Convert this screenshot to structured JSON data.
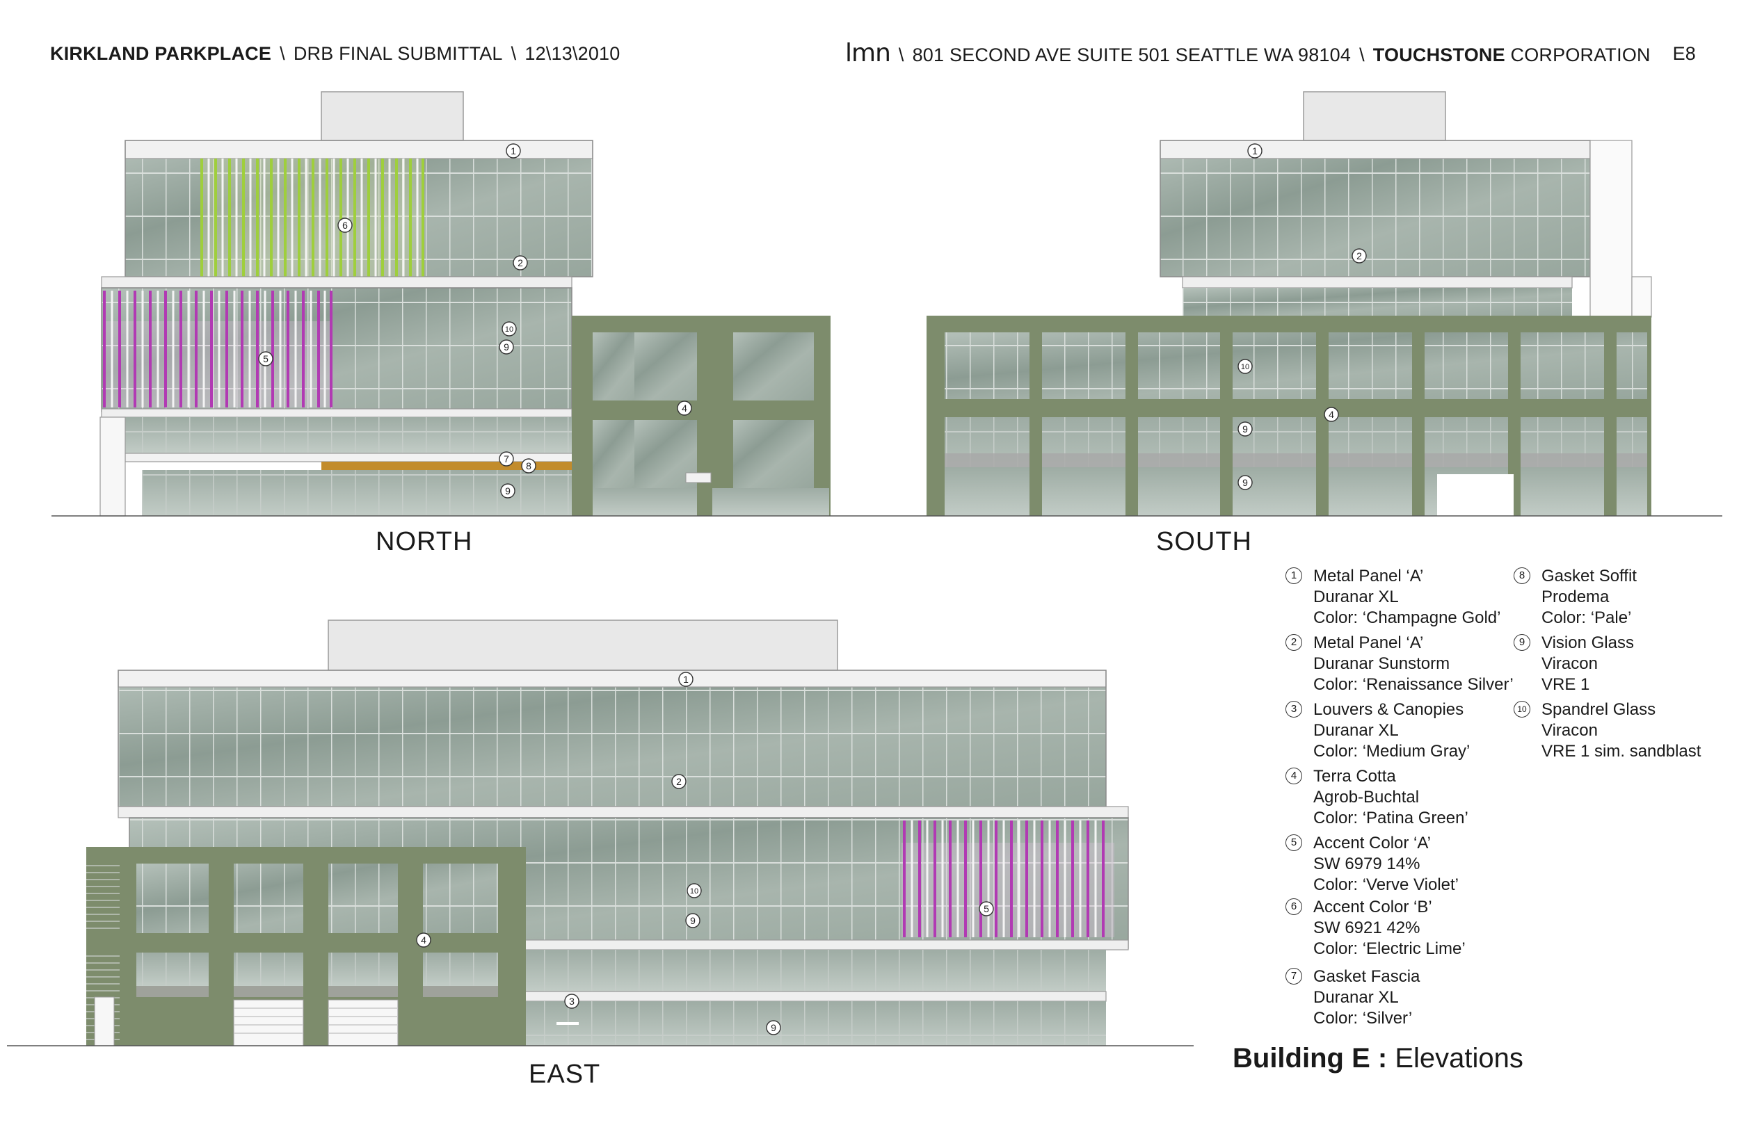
{
  "header": {
    "project": "KIRKLAND PARKPLACE",
    "submittal": "DRB FINAL SUBMITTAL",
    "date": "12\\13\\2010",
    "logo": "lmn",
    "address": "801 SECOND AVE SUITE 501 SEATTLE WA 98104",
    "client_bold": "TOUCHSTONE",
    "client_rest": "CORPORATION",
    "page": "E8",
    "separator": "\\"
  },
  "elevations": {
    "north": "NORTH",
    "south": "SOUTH",
    "east": "EAST"
  },
  "colors": {
    "terra_cotta": "#7d8c6c",
    "glass": "#a9b6ae",
    "glass_dark": "#8e9d95",
    "violet": "#b13ab3",
    "lime": "#9fcf3c",
    "soffit": "#c28c2c",
    "panel": "#efefef"
  },
  "tags": {
    "n1": "1",
    "n2": "2",
    "n4": "4",
    "n5": "5",
    "n6": "6",
    "n7": "7",
    "n8": "8",
    "n9a": "9",
    "n9b": "9",
    "n10": "10",
    "s1": "1",
    "s2": "2",
    "s4": "4",
    "s9a": "9",
    "s9b": "9",
    "s10": "10",
    "e1": "1",
    "e2": "2",
    "e3": "3",
    "e4": "4",
    "e5": "5",
    "e9a": "9",
    "e9b": "9",
    "e10": "10"
  },
  "legend": [
    {
      "num": "1",
      "lines": [
        "Metal Panel ‘A’",
        "Duranar XL",
        "Color: ‘Champagne Gold’"
      ]
    },
    {
      "num": "2",
      "lines": [
        "Metal Panel ‘A’",
        "Duranar Sunstorm",
        "Color: ‘Renaissance Silver’"
      ]
    },
    {
      "num": "3",
      "lines": [
        "Louvers & Canopies",
        "Duranar XL",
        "Color: ‘Medium Gray’"
      ]
    },
    {
      "num": "4",
      "lines": [
        "Terra Cotta",
        "Agrob-Buchtal",
        "Color: ‘Patina Green’"
      ]
    },
    {
      "num": "5",
      "lines": [
        "Accent Color ‘A’",
        "SW 6979 14%",
        "Color: ‘Verve Violet’"
      ]
    },
    {
      "num": "6",
      "lines": [
        "Accent Color ‘B’",
        "SW 6921 42%",
        "Color: ‘Electric Lime’"
      ]
    },
    {
      "num": "7",
      "lines": [
        "Gasket Fascia",
        "Duranar XL",
        "Color: ‘Silver’"
      ]
    },
    {
      "num": "8",
      "lines": [
        "Gasket Soffit",
        "Prodema",
        "Color: ‘Pale’"
      ]
    },
    {
      "num": "9",
      "lines": [
        "Vision Glass",
        "Viracon",
        "VRE 1"
      ]
    },
    {
      "num": "10",
      "lines": [
        "Spandrel Glass",
        "Viracon",
        "VRE 1 sim. sandblast"
      ]
    }
  ],
  "title": {
    "bold": "Building E :",
    "rest": "Elevations"
  }
}
